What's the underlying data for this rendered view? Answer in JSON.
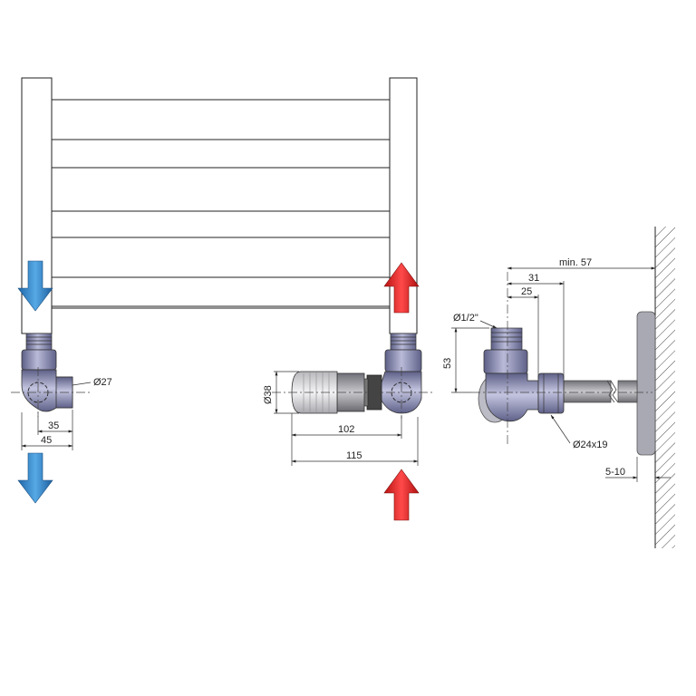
{
  "dimensions": {
    "left_diameter": "Ø27",
    "left_width_inner": "35",
    "left_width_outer": "45",
    "mid_diameter": "Ø38",
    "mid_length_inner": "102",
    "mid_length_outer": "115",
    "right_thread": "Ø1/2\"",
    "right_height": "53",
    "right_depth_1": "31",
    "right_depth_2": "25",
    "right_wall_min": "min. 57",
    "right_pipe_diameter": "Ø24x19",
    "right_rosette_gap": "5-10"
  },
  "colors": {
    "arrow_blue": "#3a8fd0",
    "arrow_red": "#e02020",
    "valve_metal": "#8f90b8",
    "rosette_grey": "#a9a9b3"
  },
  "icons": {
    "flow_out": "arrow-down-icon",
    "flow_in": "arrow-up-icon"
  }
}
